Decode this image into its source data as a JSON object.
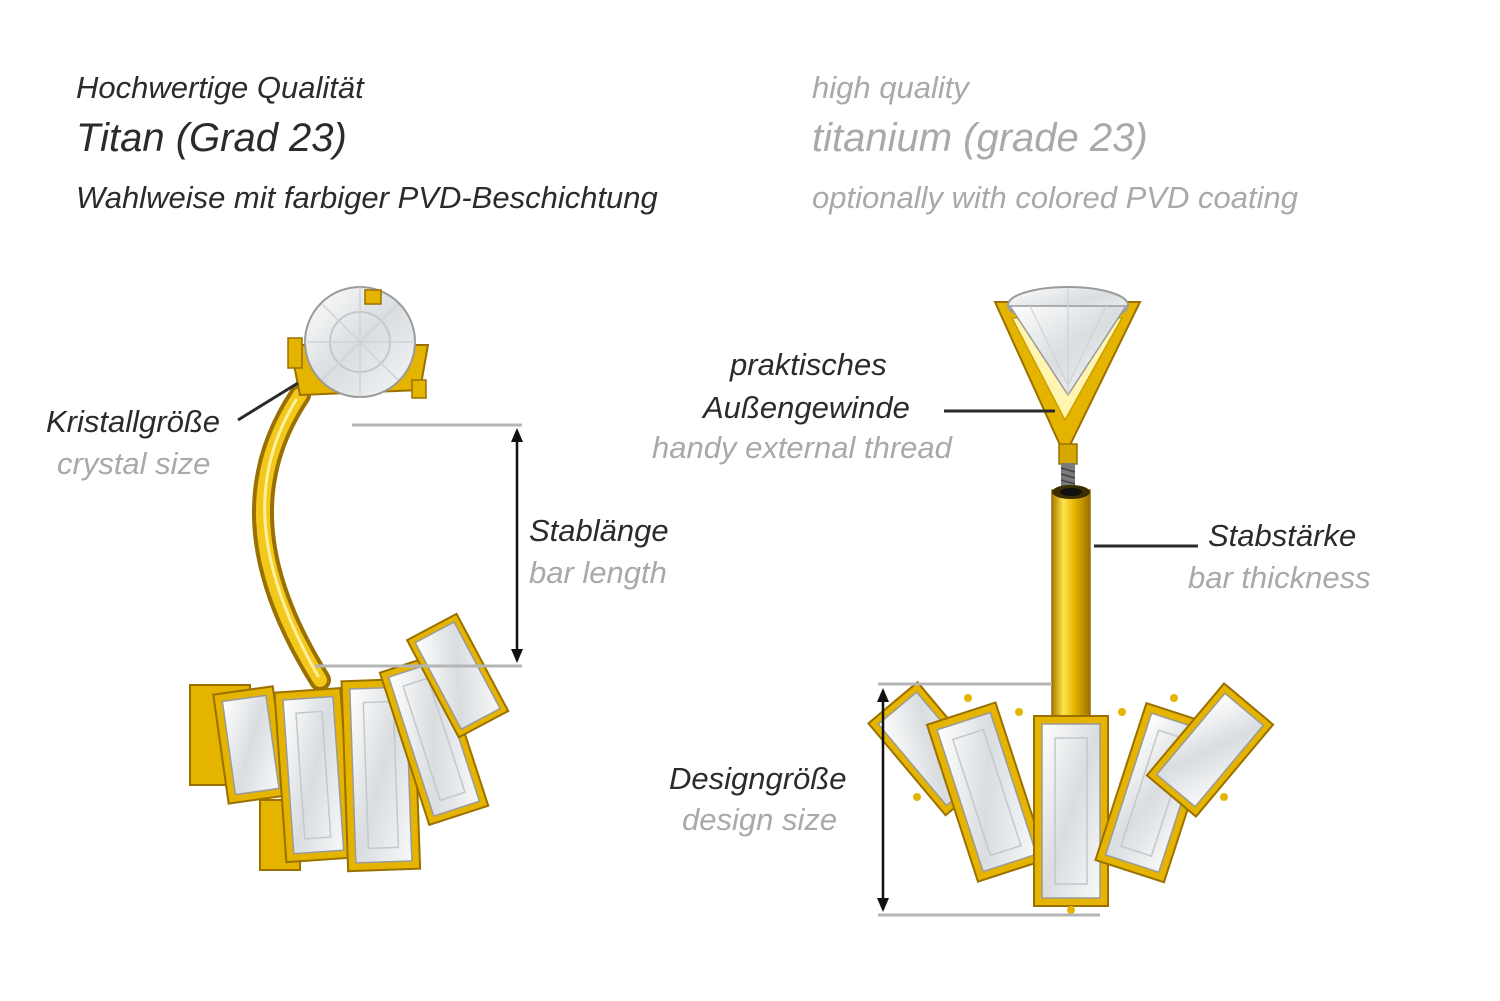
{
  "header": {
    "de": {
      "quality": "Hochwertige Qualität",
      "material": "Titan (Grad 23)",
      "coating": "Wahlweise mit farbiger PVD-Beschichtung"
    },
    "en": {
      "quality": "high quality",
      "material": "titanium (grade 23)",
      "coating": "optionally with colored PVD coating"
    }
  },
  "labels": {
    "crystal_size": {
      "de": "Kristallgröße",
      "en": "crystal size"
    },
    "bar_length": {
      "de": "Stablänge",
      "en": "bar length"
    },
    "thread": {
      "de_line1": "praktisches",
      "de_line2": "Außengewinde",
      "en": "handy external thread"
    },
    "bar_thickness": {
      "de": "Stabstärke",
      "en": "bar thickness"
    },
    "design_size": {
      "de": "Designgröße",
      "en": "design size"
    }
  },
  "colors": {
    "gold": "#e8b800",
    "gold_dark": "#b88a00",
    "crystal": "#eef1f3",
    "dark_text": "#2b2b2b",
    "light_text": "#a9a9a9",
    "guide_line": "#b5b5b5"
  }
}
